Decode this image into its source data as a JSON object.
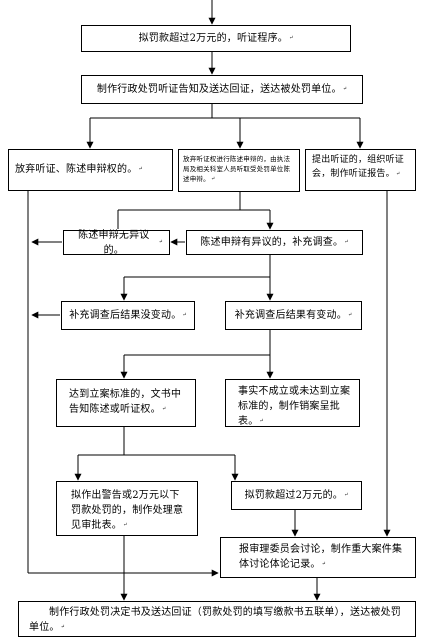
{
  "nodes": {
    "n1": "拟罚款超过2万元的，听证程序。",
    "n2": "制作行政处罚听证告知及送达回证，送达被处罚单位。",
    "n3a": "放弃听证、陈述申辩权的。",
    "n3b": "放弃听证权进行陈述申辩的，由执法局及相关科室人员听取受处罚单位陈述申辩。",
    "n3c": "提出听证的，组织听证会，制作听证报告。",
    "n4a": "陈述申辩无异议的。",
    "n4b": "陈述申辩有异议的，补充调查。",
    "n5a": "补充调查后结果没变动。",
    "n5b": "补充调查后结果有变动。",
    "n6a": "达到立案标准的，文书中告知陈述或听证权。",
    "n6b": "事实不成立或未达到立案标准的，制作销案呈批表。",
    "n7a": "拟作出警告或2万元以下罚款处罚的，制作处理意见审批表。",
    "n7b": "拟罚款超过2万元的。",
    "n8": "报审理委员会讨论，制作重大案件集体讨论体论记录。",
    "n9": "制作行政处罚决定书及送达回证（罚款处罚的填写缴款书五联单），送达被处罚单位。"
  },
  "mark": "↵"
}
